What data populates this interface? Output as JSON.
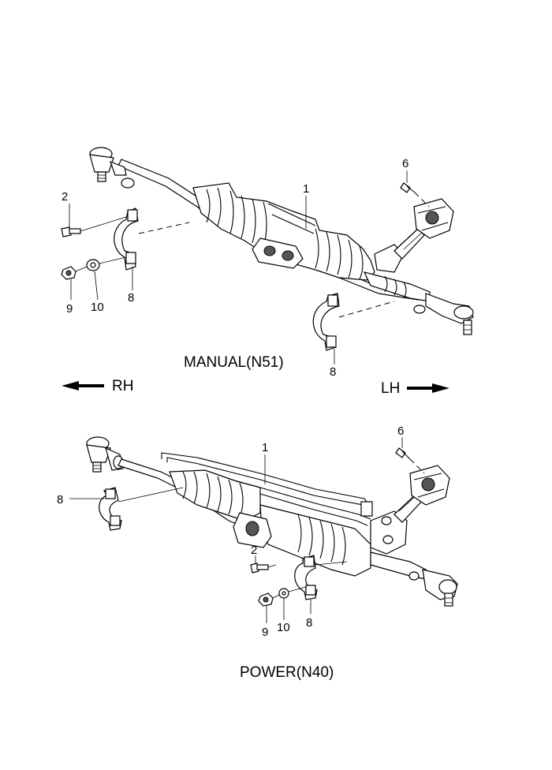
{
  "manual": {
    "caption": "MANUAL(N51)",
    "callouts": {
      "c1": "1",
      "c2": "2",
      "c6": "6",
      "c8a": "8",
      "c8b": "8",
      "c9": "9",
      "c10": "10"
    }
  },
  "direction": {
    "left_label": "RH",
    "right_label": "LH"
  },
  "power": {
    "caption": "POWER(N40)",
    "callouts": {
      "c1": "1",
      "c2": "2",
      "c6": "6",
      "c8a": "8",
      "c8b": "8",
      "c9": "9",
      "c10": "10"
    }
  }
}
